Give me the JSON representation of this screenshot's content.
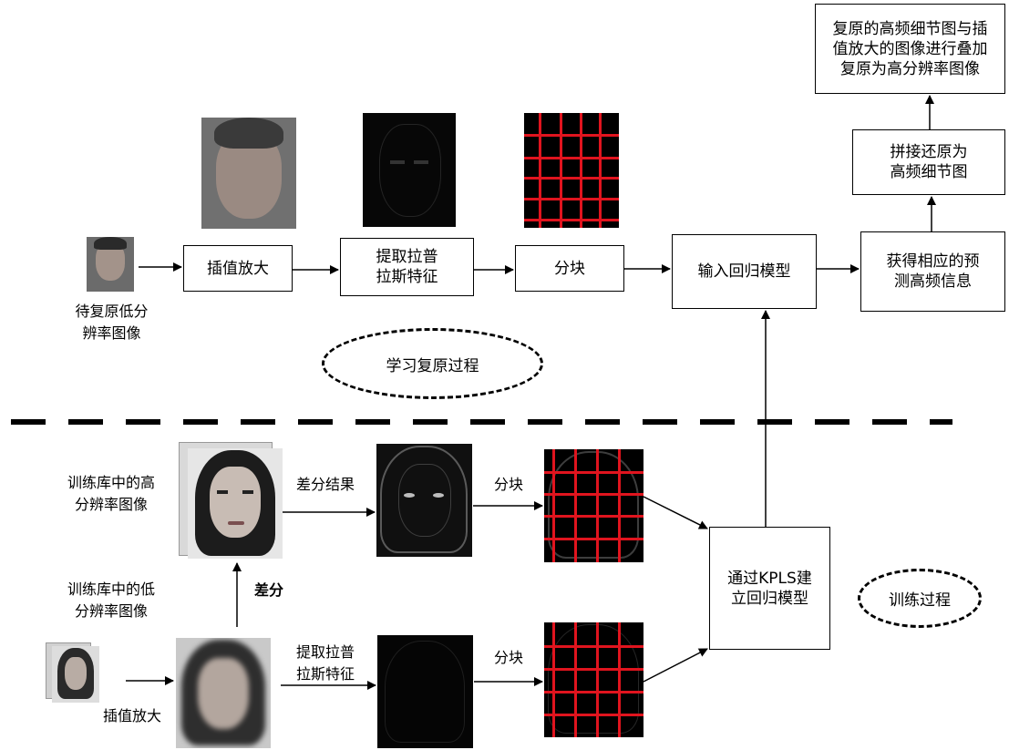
{
  "top": {
    "input_image_caption": "待复原低分\n辨率图像",
    "box_interpolate": "插值放大",
    "box_extract": "提取拉普\n拉斯特征",
    "box_block": "分块",
    "box_regression_input": "输入回归模型",
    "box_predict": "获得相应的预\n测高频信息",
    "box_stitch": "拼接还原为\n高频细节图",
    "box_final": "复原的高频细节图与插\n值放大的图像进行叠加\n复原为高分辨率图像",
    "process_label": "学习复原过程"
  },
  "bottom": {
    "hr_caption": "训练库中的高\n分辨率图像",
    "lr_caption": "训练库中的低\n分辨率图像",
    "diff_label": "差分",
    "diff_result_label": "差分结果",
    "block_label_1": "分块",
    "block_label_2": "分块",
    "extract_label": "提取拉普\n拉斯特征",
    "interpolate_label": "插值放大",
    "box_kpls": "通过KPLS建\n立回归模型",
    "process_label": "训练过程"
  }
}
